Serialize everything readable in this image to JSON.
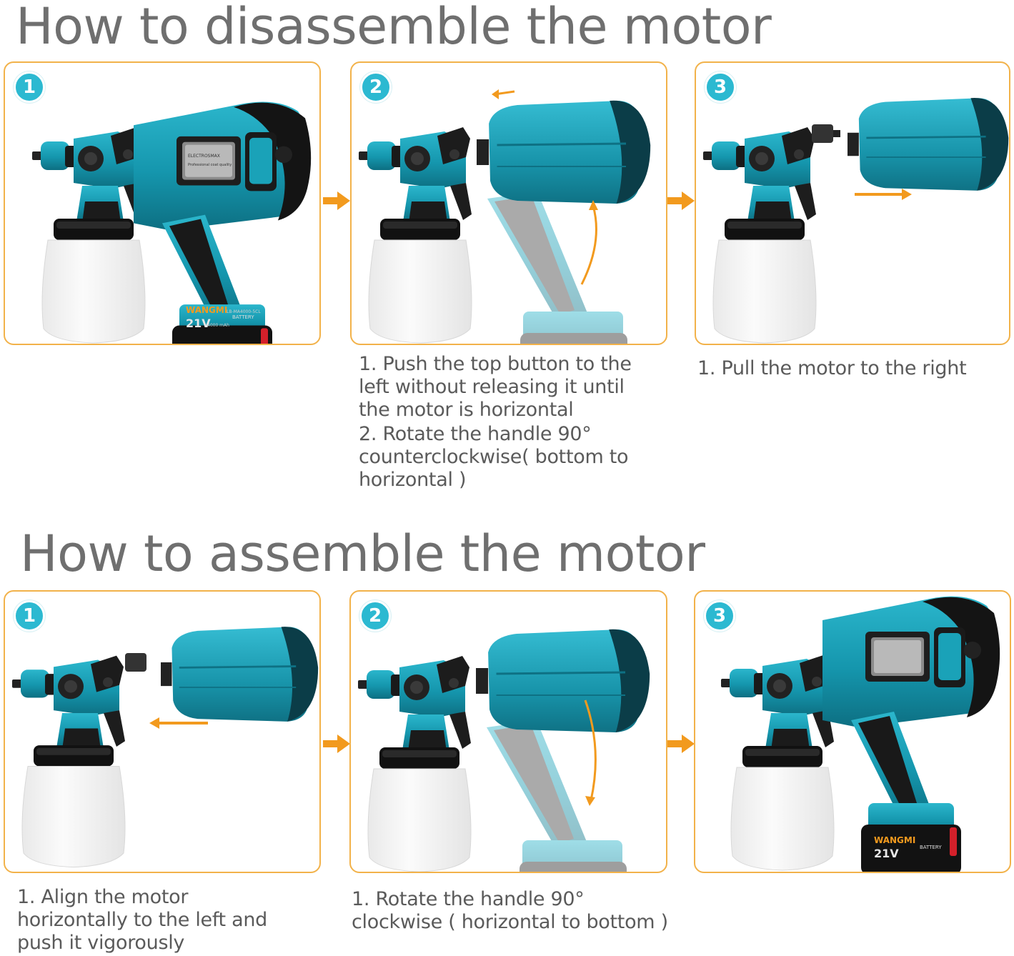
{
  "disassemble": {
    "title": "How to disassemble the motor",
    "steps": [
      {
        "number": "1",
        "caption": []
      },
      {
        "number": "2",
        "caption": [
          "1. Push the top button to the",
          "left without releasing it until",
          "the motor is horizontal",
          "2. Rotate the handle 90°",
          "counterclockwise( bottom to",
          "horizontal )"
        ]
      },
      {
        "number": "3",
        "caption": [
          "1. Pull the motor to the right"
        ]
      }
    ]
  },
  "assemble": {
    "title": "How to assemble the motor",
    "steps": [
      {
        "number": "1",
        "caption": [
          "1. Align the motor",
          "horizontally to the left and",
          "push it vigorously"
        ]
      },
      {
        "number": "2",
        "caption": [
          "1. Rotate the handle 90°",
          "clockwise ( horizontal to bottom )"
        ]
      },
      {
        "number": "3",
        "caption": []
      }
    ]
  },
  "product": {
    "battery_brand": "WANGMI",
    "battery_model": "LB-MA4000-5CL",
    "battery_voltage": "21V",
    "battery_capacity": "4000 mAh",
    "battery_label": "BATTERY",
    "motor_label": "ELECTROSMAX",
    "motor_sublabel": "Professional coat quality"
  },
  "colors": {
    "accent_orange": "#f29a1e",
    "panel_border": "#f2b24a",
    "tool_teal": "#1596ad",
    "badge_teal": "#2cb9d1"
  },
  "icons": {
    "flow_arrow": "arrow-right-icon",
    "direction_arrow_left": "arrow-left-icon",
    "direction_arrow_right": "arrow-right-icon",
    "rotate_arrow": "curved-arrow-icon"
  }
}
